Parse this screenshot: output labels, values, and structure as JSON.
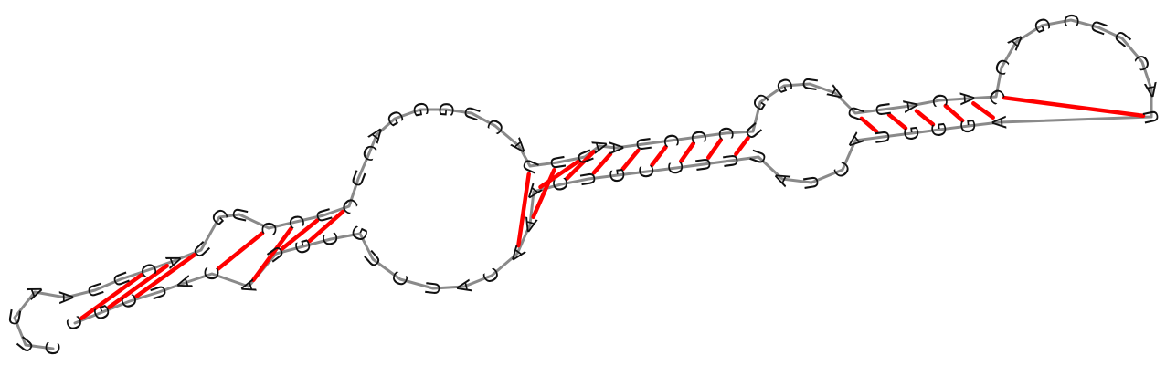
{
  "colors": {
    "background": "#ffffff",
    "backbone": "#8a8a8a",
    "base_pair_bond": "#ff0000",
    "nucleotide_text": "#111111"
  },
  "sequence": [
    "C",
    "U",
    "U",
    "A",
    "A",
    "U",
    "U",
    "C",
    "A",
    "U",
    "G",
    "U",
    "C",
    "C",
    "U",
    "C",
    "U",
    "C",
    "A",
    "G",
    "G",
    "G",
    "U",
    "C",
    "A",
    "U",
    "U",
    "U",
    "A",
    "A",
    "U",
    "C",
    "C",
    "C",
    "U",
    "G",
    "G",
    "U",
    "A",
    "U",
    "U",
    "A",
    "C",
    "A",
    "C",
    "C",
    "A",
    "G",
    "C",
    "U",
    "U",
    "C",
    "A",
    "U",
    "A",
    "G",
    "G",
    "G",
    "U",
    "A",
    "C",
    "U",
    "A",
    "U",
    "U",
    "U",
    "C",
    "C",
    "G",
    "U",
    "C",
    "A",
    "A",
    "A",
    "C",
    "A",
    "U",
    "C",
    "U",
    "G",
    "C",
    "G",
    "U",
    "A",
    "C",
    "A",
    "U",
    "C",
    "G",
    "C",
    "U",
    "A",
    "U",
    "G",
    "G",
    "G",
    "U",
    "C",
    "A",
    "U",
    "A",
    "C",
    "C"
  ]
}
